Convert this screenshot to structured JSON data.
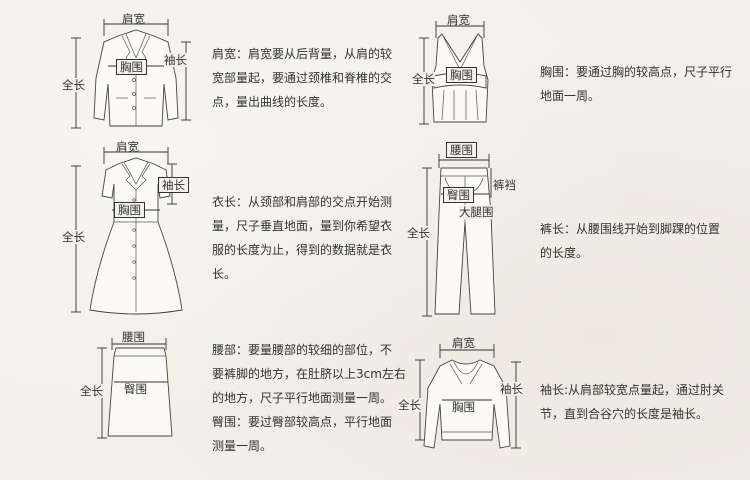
{
  "colors": {
    "background": "#f3f0ea",
    "ink": "#333333"
  },
  "jacket": {
    "labels": {
      "shoulder": "肩宽",
      "chest": "胸围",
      "length": "全长",
      "sleeve": "袖长"
    },
    "desc": [
      "肩宽：肩宽要从后背量，从肩的较",
      "宽部量起，要通过颈椎和脊椎的交",
      "点，量出曲线的长度。"
    ]
  },
  "vest": {
    "labels": {
      "shoulder": "肩宽",
      "chest": "胸围",
      "length": "全长"
    },
    "desc": [
      "胸围：要通过胸的较高点，尺子平行",
      "地面一周。"
    ]
  },
  "dress": {
    "labels": {
      "shoulder": "肩宽",
      "chest": "胸围",
      "length": "全长",
      "sleeve": "袖长"
    },
    "desc": [
      "衣长：从颈部和肩部的交点开始测",
      "量，尺子垂直地面，量到你希望衣",
      "服的长度为止，得到的数据就是衣",
      "长。"
    ]
  },
  "pants": {
    "labels": {
      "waist": "腰围",
      "hip": "臀围",
      "crotch": "裤裆",
      "thigh": "大腿围",
      "length": "全长"
    },
    "desc": [
      "裤长：从腰围线开始到脚踝的位置",
      "的长度。"
    ]
  },
  "skirt": {
    "labels": {
      "waist": "腰围",
      "hip": "臀围",
      "length": "全长"
    },
    "desc_waist": [
      "腰部：要量腰部的较细的部位，不",
      "要裤脚的地方，在肚脐以上3cm左右",
      "的地方，尺子平行地面测量一周。"
    ],
    "desc_hip": [
      "臀围：要过臀部较高点，平行地面",
      "测量一周。"
    ]
  },
  "sweater": {
    "labels": {
      "shoulder": "肩宽",
      "chest": "胸围",
      "length": "全长",
      "sleeve": "袖长"
    },
    "desc": [
      "袖长:从肩部较宽点量起，通过肘关",
      "节，直到合谷穴的长度是袖长。"
    ]
  }
}
